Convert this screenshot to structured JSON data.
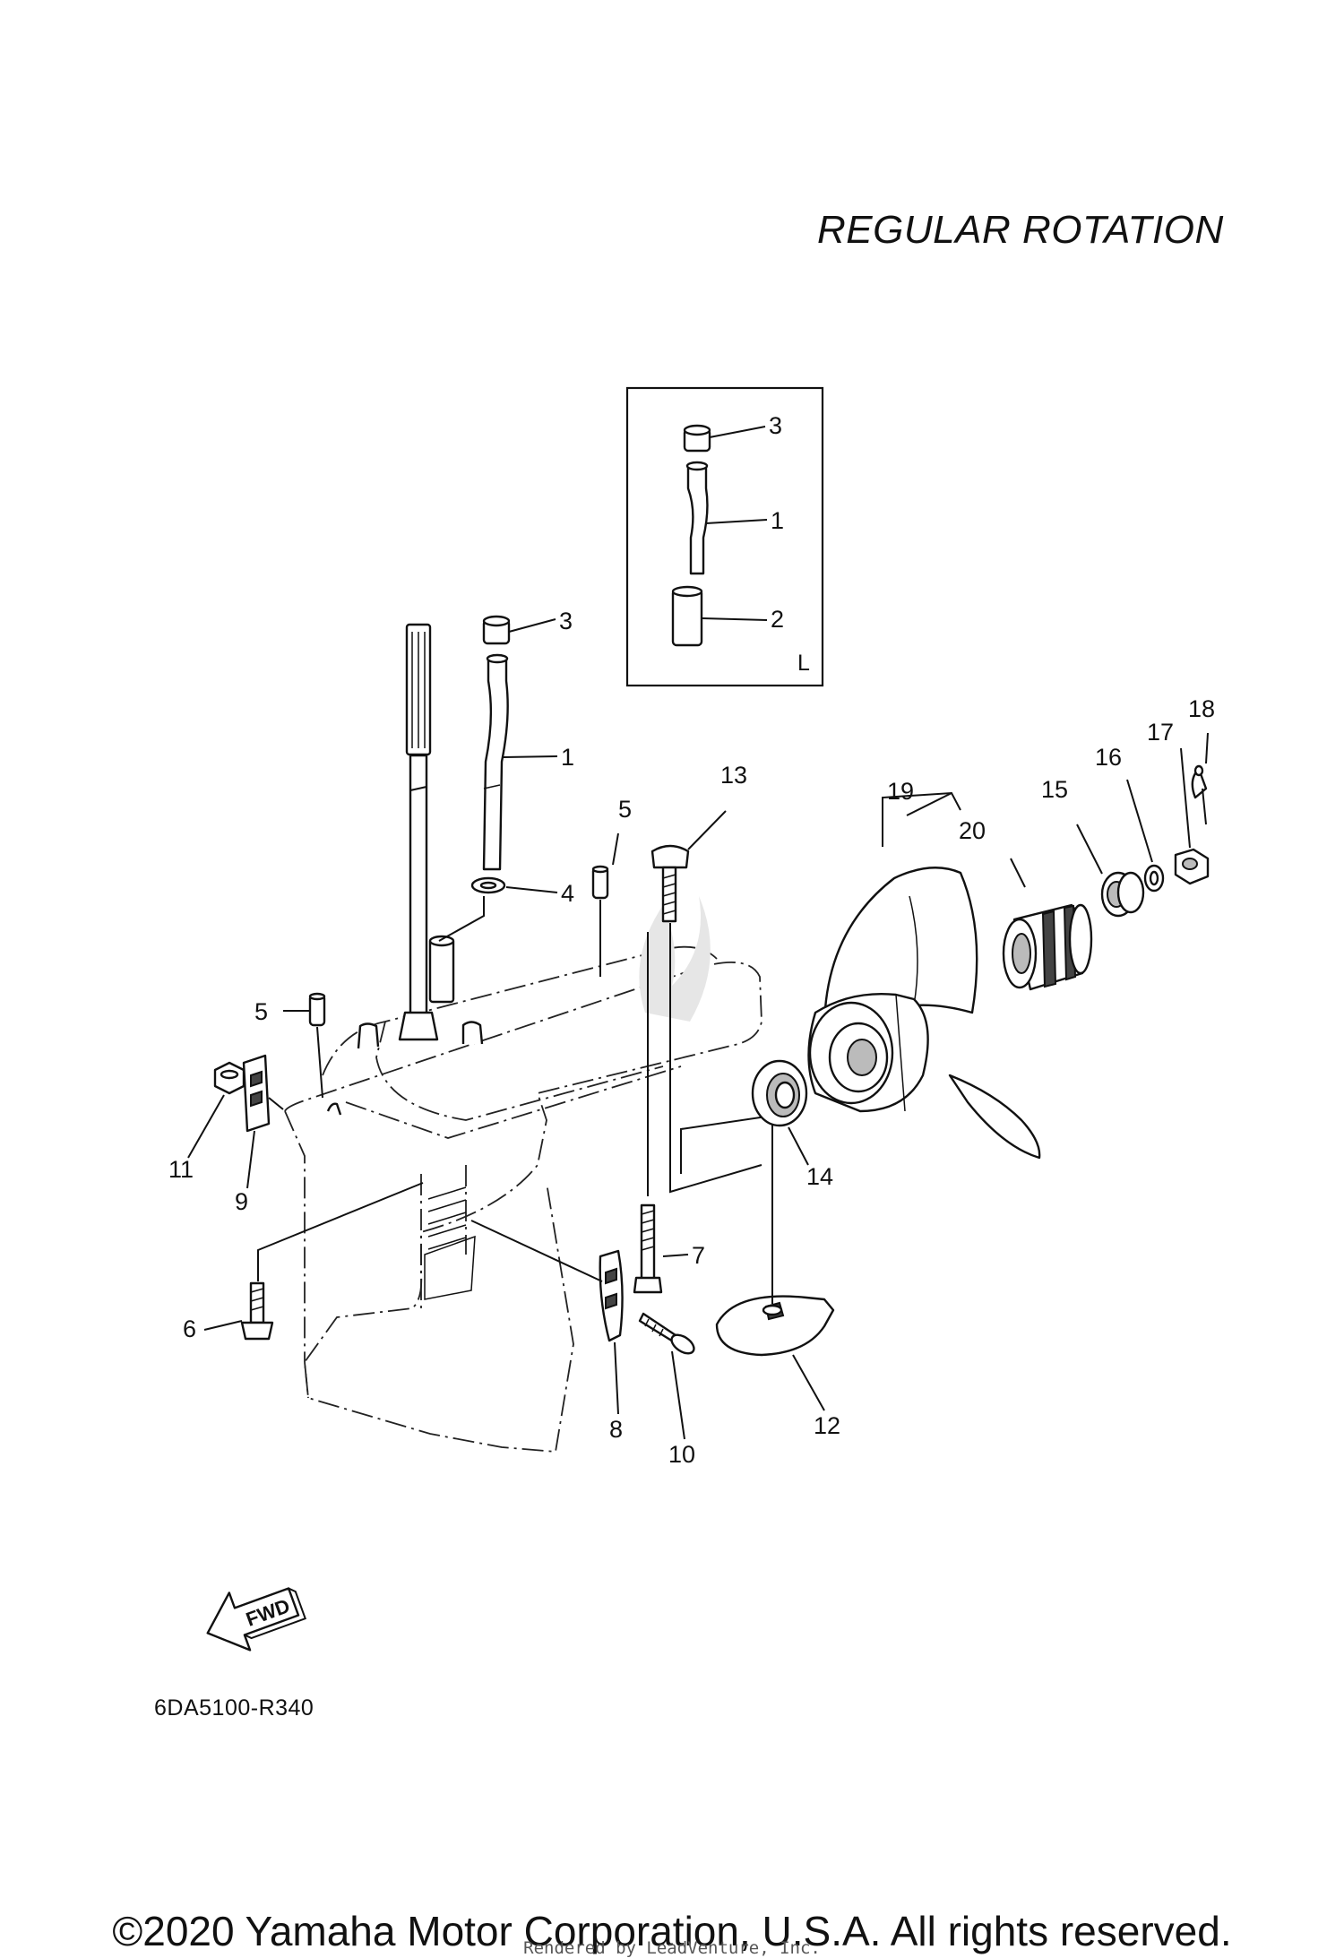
{
  "header": {
    "title": "REGULAR ROTATION"
  },
  "inset": {
    "label": "L"
  },
  "callouts": {
    "c1_inset": "1",
    "c2_inset": "2",
    "c3_inset": "3",
    "c1": "1",
    "c3": "3",
    "c4": "4",
    "c5a": "5",
    "c5b": "5",
    "c6": "6",
    "c7": "7",
    "c8": "8",
    "c9": "9",
    "c10": "10",
    "c11": "11",
    "c12": "12",
    "c13": "13",
    "c14": "14",
    "c15": "15",
    "c16": "16",
    "c17": "17",
    "c18": "18",
    "c19": "19",
    "c20": "20"
  },
  "fwd_label": "FWD",
  "diagram_code": "6DA5100-R340",
  "footer": {
    "copyright": "©2020 Yamaha Motor Corporation, U.S.A. All rights reserved.",
    "rendered_by": "Rendered by LeadVenture, Inc."
  }
}
